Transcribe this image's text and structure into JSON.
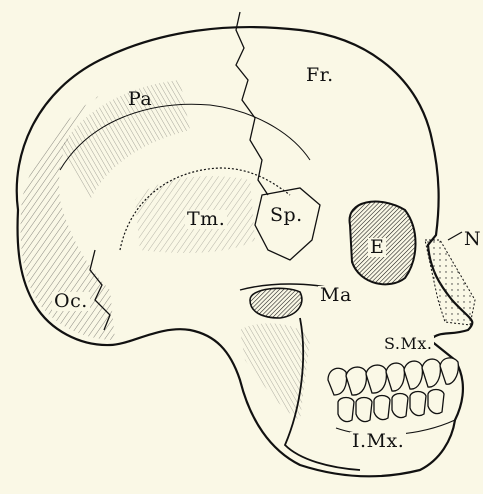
{
  "figure": {
    "labels": {
      "frontal": "Fr.",
      "parietal": "Pa",
      "temporal": "Tm.",
      "sphenoid": "Sp.",
      "ethmoid": "E",
      "nasal": "N",
      "occipital": "Oc.",
      "malar": "Ma",
      "superior_maxilla": "S.Mx.",
      "inferior_maxilla": "I.Mx."
    }
  }
}
